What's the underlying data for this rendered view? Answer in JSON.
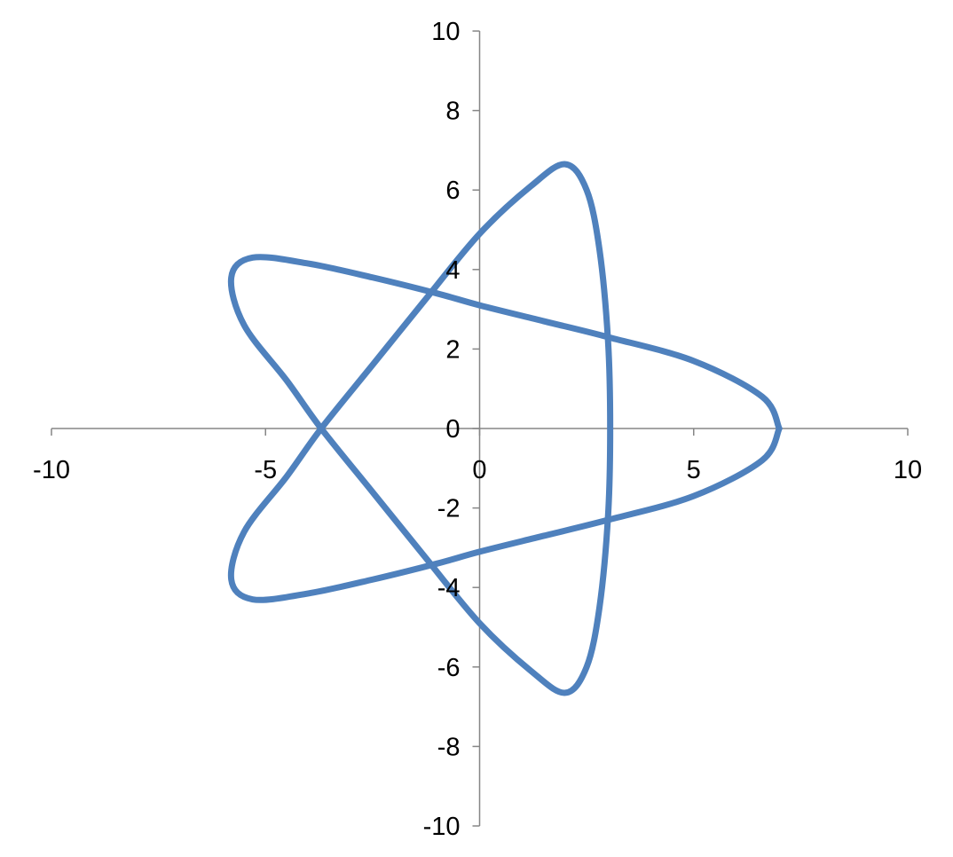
{
  "chart_data": {
    "type": "scatter",
    "title": "",
    "xlabel": "",
    "ylabel": "",
    "xlim": [
      -10,
      10
    ],
    "ylim": [
      -10,
      10
    ],
    "x_ticks": [
      -10,
      -5,
      0,
      5,
      10
    ],
    "y_ticks": [
      -10,
      -8,
      -6,
      -4,
      -2,
      0,
      2,
      4,
      6,
      8,
      10
    ],
    "x_tick_labels": [
      "-10",
      "-5",
      "0",
      "5",
      "10"
    ],
    "y_tick_labels": [
      "-10",
      "-8",
      "-6",
      "-4",
      "-2",
      "0",
      "2",
      "4",
      "6",
      "8",
      "10"
    ],
    "grid": false,
    "legend": "none",
    "series_color": "#4f81bd",
    "series": [
      {
        "x": [
          7.0,
          6.6,
          5.0,
          3.0,
          1.5,
          0.0,
          -1.0,
          -2.5,
          -4.0,
          -5.3,
          -5.8,
          -5.5,
          -4.5,
          -3.7,
          -2.5,
          -1.3,
          0.0,
          1.2,
          2.0,
          2.5,
          2.8,
          3.0,
          3.05,
          3.0,
          2.8,
          2.5,
          2.0,
          1.2,
          0.0,
          -1.3,
          -2.5,
          -3.7,
          -4.5,
          -5.5,
          -5.8,
          -5.3,
          -4.0,
          -2.5,
          -1.0,
          0.0,
          1.5,
          3.0,
          5.0,
          6.6,
          7.0
        ],
        "y": [
          0.0,
          0.8,
          1.7,
          2.3,
          2.7,
          3.1,
          3.4,
          3.8,
          4.15,
          4.3,
          3.8,
          2.6,
          1.2,
          0.0,
          -1.6,
          -3.2,
          -4.9,
          -6.1,
          -6.65,
          -6.0,
          -4.5,
          -2.2,
          0.0,
          2.2,
          4.5,
          6.0,
          6.65,
          6.1,
          4.9,
          3.2,
          1.6,
          0.0,
          -1.2,
          -2.6,
          -3.8,
          -4.3,
          -4.15,
          -3.8,
          -3.4,
          -3.1,
          -2.7,
          -2.3,
          -1.7,
          -0.8,
          0.0
        ]
      }
    ]
  }
}
